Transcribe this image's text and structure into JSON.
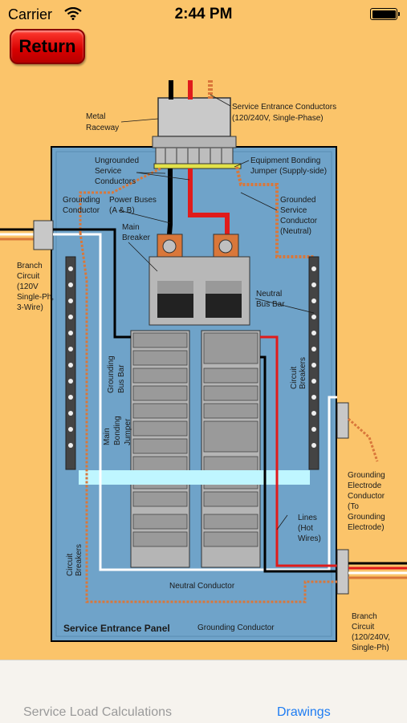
{
  "status_bar": {
    "carrier": "Carrier",
    "time": "2:44 PM"
  },
  "header": {
    "return_label": "Return"
  },
  "diagram": {
    "labels": {
      "metal_raceway_1": "Metal",
      "metal_raceway_2": "Raceway",
      "sec_1": "Service Entrance Conductors",
      "sec_2": "(120/240V, Single-Phase)",
      "ugc_1": "Ungrounded",
      "ugc_2": "Service",
      "ugc_3": "Conductors",
      "ebj_1": "Equipment Bonding",
      "ebj_2": "Jumper (Supply-side)",
      "gc_1": "Grounding",
      "gc_2": "Conductor",
      "pb_1": "Power Buses",
      "pb_2": "(A & B)",
      "gsc_1": "Grounded",
      "gsc_2": "Service",
      "gsc_3": "Conductor",
      "gsc_4": "(Neutral)",
      "mb_1": "Main",
      "mb_2": "Breaker",
      "bc_1": "Branch",
      "bc_2": "Circuit",
      "bc_3": "(120V",
      "bc_4": "Single-Ph,",
      "bc_5": "3-Wire)",
      "nbb_1": "Neutral",
      "nbb_2": "Bus Bar",
      "gbb_1": "Grounding",
      "gbb_2": "Bus Bar",
      "cb_right_1": "Circuit",
      "cb_right_2": "Breakers",
      "mbj_1": "Main",
      "mbj_2": "Bonding",
      "mbj_3": "Jumper",
      "gec_1": "Grounding",
      "gec_2": "Electrode",
      "gec_3": "Conductor",
      "gec_4": "(To",
      "gec_5": "Grounding",
      "gec_6": "Electrode)",
      "lines_1": "Lines",
      "lines_2": "(Hot",
      "lines_3": "Wires)",
      "cb_left_1": "Circuit",
      "cb_left_2": "Breakers",
      "neutral_conductor": "Neutral Conductor",
      "bc2_1": "Branch",
      "bc2_2": "Circuit",
      "bc2_3": "(120/240V,",
      "bc2_4": "Single-Ph)",
      "service_entrance_panel": "Service Entrance Panel",
      "grounding_conductor": "Grounding Conductor"
    }
  },
  "tab_bar": {
    "service_label": "Service Load Calculations",
    "drawings_label": "Drawings"
  },
  "colors": {
    "background": "#FBC46A",
    "panel": "#6FA3C9",
    "hot": "#E01B1B",
    "ground": "#D9773A",
    "neutral": "#FFFFFF",
    "tab_active": "#1E7CF2"
  }
}
